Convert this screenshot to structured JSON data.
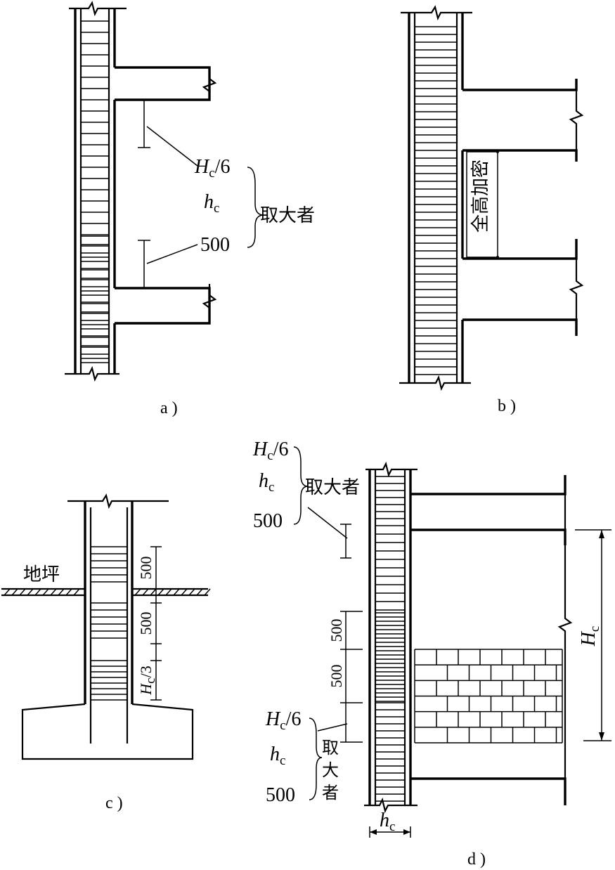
{
  "figure": {
    "subfigures": [
      {
        "caption": "a )",
        "annotations": {
          "hc6": "H",
          "hc6_sub": "c",
          "hc6_tail": "/6",
          "hc": "h",
          "hc_sub": "c",
          "v500": "500",
          "take_larger": "取大者"
        }
      },
      {
        "caption": "b )",
        "annotations": {
          "full_height": "全高加密"
        }
      },
      {
        "caption": "c )",
        "annotations": {
          "ground": "地坪",
          "d500_top": "500",
          "d500_bot": "500",
          "hc3": "H",
          "hc3_sub": "c",
          "hc3_tail": "/3"
        }
      },
      {
        "caption": "d )",
        "annotations": {
          "top": {
            "hc6": "H",
            "hc6_sub": "c",
            "hc6_tail": "/6",
            "hc": "h",
            "hc_sub": "c",
            "v500": "500",
            "take_larger": "取大者"
          },
          "bottom": {
            "hc6": "H",
            "hc6_sub": "c",
            "hc6_tail": "/6",
            "hc": "h",
            "hc_sub": "c",
            "v500": "500",
            "take_larger": [
              "取",
              "大",
              "者"
            ]
          },
          "d500_a": "500",
          "d500_b": "500",
          "col_width": "h",
          "col_width_sub": "c",
          "height": "H",
          "height_sub": "c"
        }
      }
    ]
  }
}
